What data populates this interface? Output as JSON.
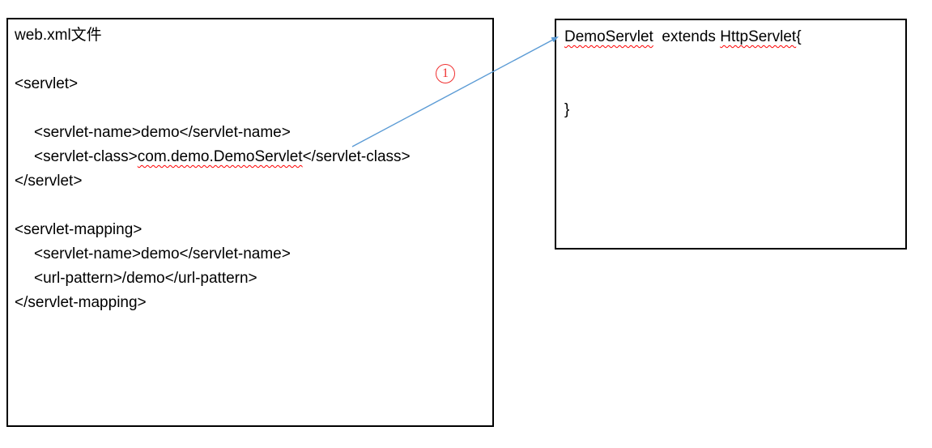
{
  "left_box": {
    "title": "web.xml文件",
    "servlet_open": "<servlet>",
    "servlet_name_line": "<servlet-name>demo</servlet-name>",
    "servlet_class_prefix": "<servlet-class>",
    "servlet_class_value": "com.demo.DemoServlet",
    "servlet_class_suffix": "</servlet-class>",
    "servlet_close": "</servlet>",
    "mapping_open": "<servlet-mapping>",
    "mapping_servlet_name_line": "<servlet-name>demo</servlet-name>",
    "url_pattern_line": "<url-pattern>/demo</url-pattern>",
    "mapping_close": "</servlet-mapping>"
  },
  "right_box": {
    "class_name": "DemoServlet",
    "extends_text": "  extends ",
    "superclass": "HttpServlet",
    "open_brace": "{",
    "close_brace": "}"
  },
  "annotation": {
    "step_label": "1"
  },
  "colors": {
    "arrow": "#5B9BD5",
    "annotation": "#F03030",
    "squiggle": "#FF0000",
    "border": "#000000",
    "text": "#000000"
  }
}
